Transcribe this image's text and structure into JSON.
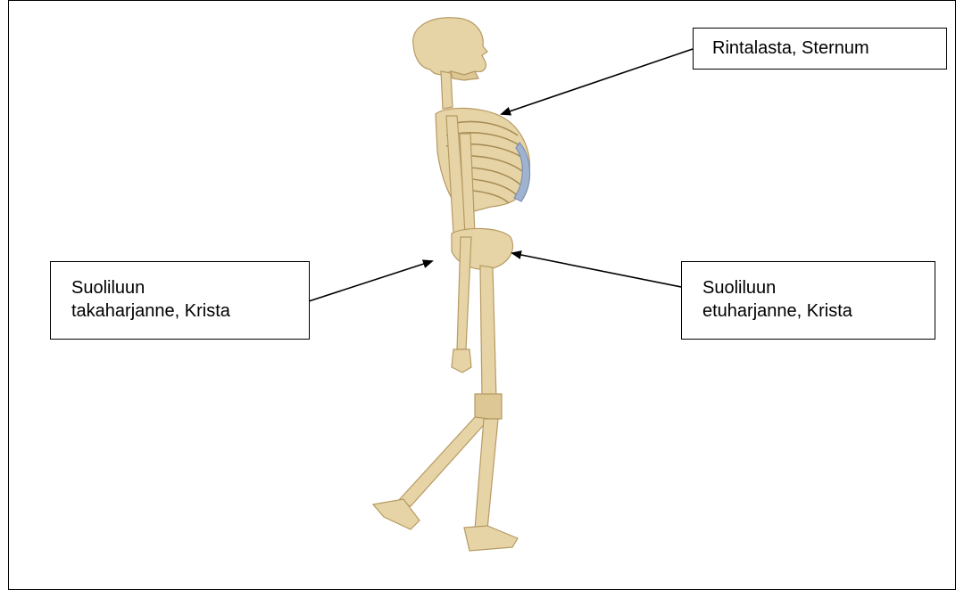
{
  "labels": {
    "sternum": {
      "text": "Rintalasta, Sternum"
    },
    "posterior_crest": {
      "line1": "Suoliluun",
      "line2": "takaharjanne, Krista"
    },
    "anterior_crest": {
      "line1": "Suoliluun",
      "line2": "etuharjanne, Krista"
    }
  },
  "colors": {
    "bone": "#e6d4a6",
    "bone_shadow": "#b69a63",
    "cartilage": "#9fb2d0",
    "line": "#000000"
  }
}
